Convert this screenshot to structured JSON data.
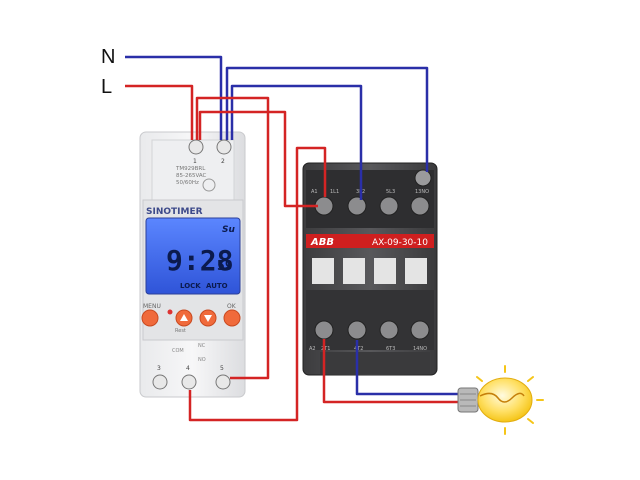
{
  "supply": {
    "neutral_label": "N",
    "line_label": "L"
  },
  "timer": {
    "brand": "SINOTIMER",
    "model_lines": [
      "TM929BRL",
      "85-265VAC",
      "50/60Hz"
    ],
    "day": "Su",
    "time": "9:28",
    "seconds": "59",
    "status_lock": "LOCK",
    "status_auto": "AUTO",
    "buttons": {
      "menu": "MENU",
      "ok": "OK"
    },
    "reset_label": "Rest",
    "top_terminals": [
      "1",
      "2"
    ],
    "relay_labels": {
      "com": "COM",
      "nc": "NC",
      "no": "NO"
    },
    "bottom_terminals": [
      "3",
      "4",
      "5"
    ]
  },
  "contactor": {
    "brand": "ABB",
    "model": "AX-09-30-10",
    "top_labels": [
      "1L1",
      "3L2",
      "5L3",
      "13NO"
    ],
    "coil_top_label": "A1",
    "bottom_labels": [
      "2T1",
      "4T2",
      "6T3",
      "14NO"
    ],
    "coil_bottom_label": "A2"
  },
  "load": {
    "icon": "light-bulb-icon"
  },
  "colors": {
    "neutral_wire": "#2a2fa8",
    "line_wire": "#d42424",
    "lcd_blue": "#3b63e8",
    "button_orange": "#f06a3b",
    "contactor_body": "#4a4a4a",
    "contactor_label": "#cf1f1f",
    "bulb_glow": "#ffd93b"
  }
}
